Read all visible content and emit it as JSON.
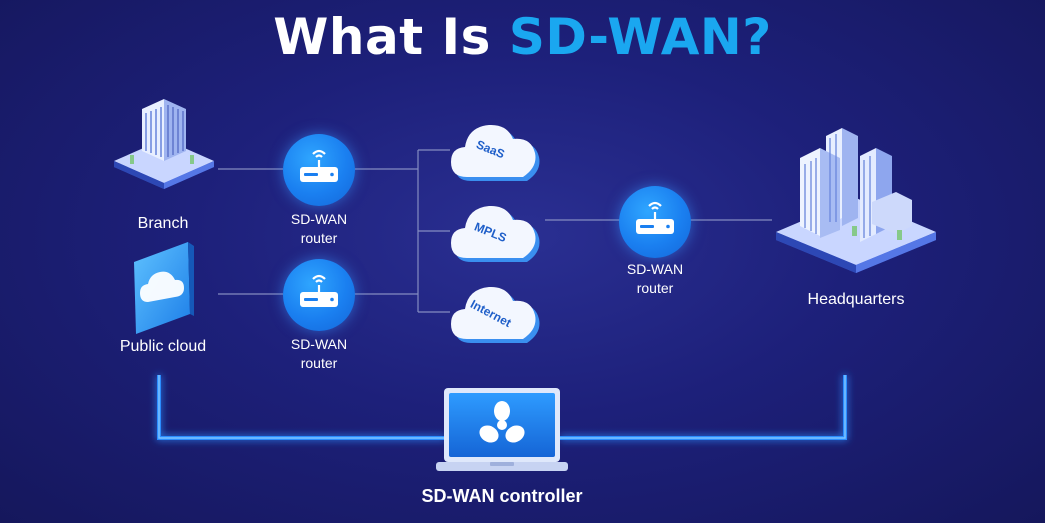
{
  "title": {
    "prefix": "What Is",
    "highlight": "SD-WAN?"
  },
  "nodes": {
    "branch": "Branch",
    "public_cloud": "Public cloud",
    "headquarters": "Headquarters",
    "router_1": {
      "line1": "SD-WAN",
      "line2": "router"
    },
    "router_2": {
      "line1": "SD-WAN",
      "line2": "router"
    },
    "router_3": {
      "line1": "SD-WAN",
      "line2": "router"
    },
    "controller": "SD-WAN controller"
  },
  "clouds": {
    "saas": "SaaS",
    "mpls": "MPLS",
    "internet": "Internet"
  },
  "colors": {
    "accent": "#1aa7f0",
    "router": "#1a7ff0",
    "glow_line": "#2a8cff"
  }
}
